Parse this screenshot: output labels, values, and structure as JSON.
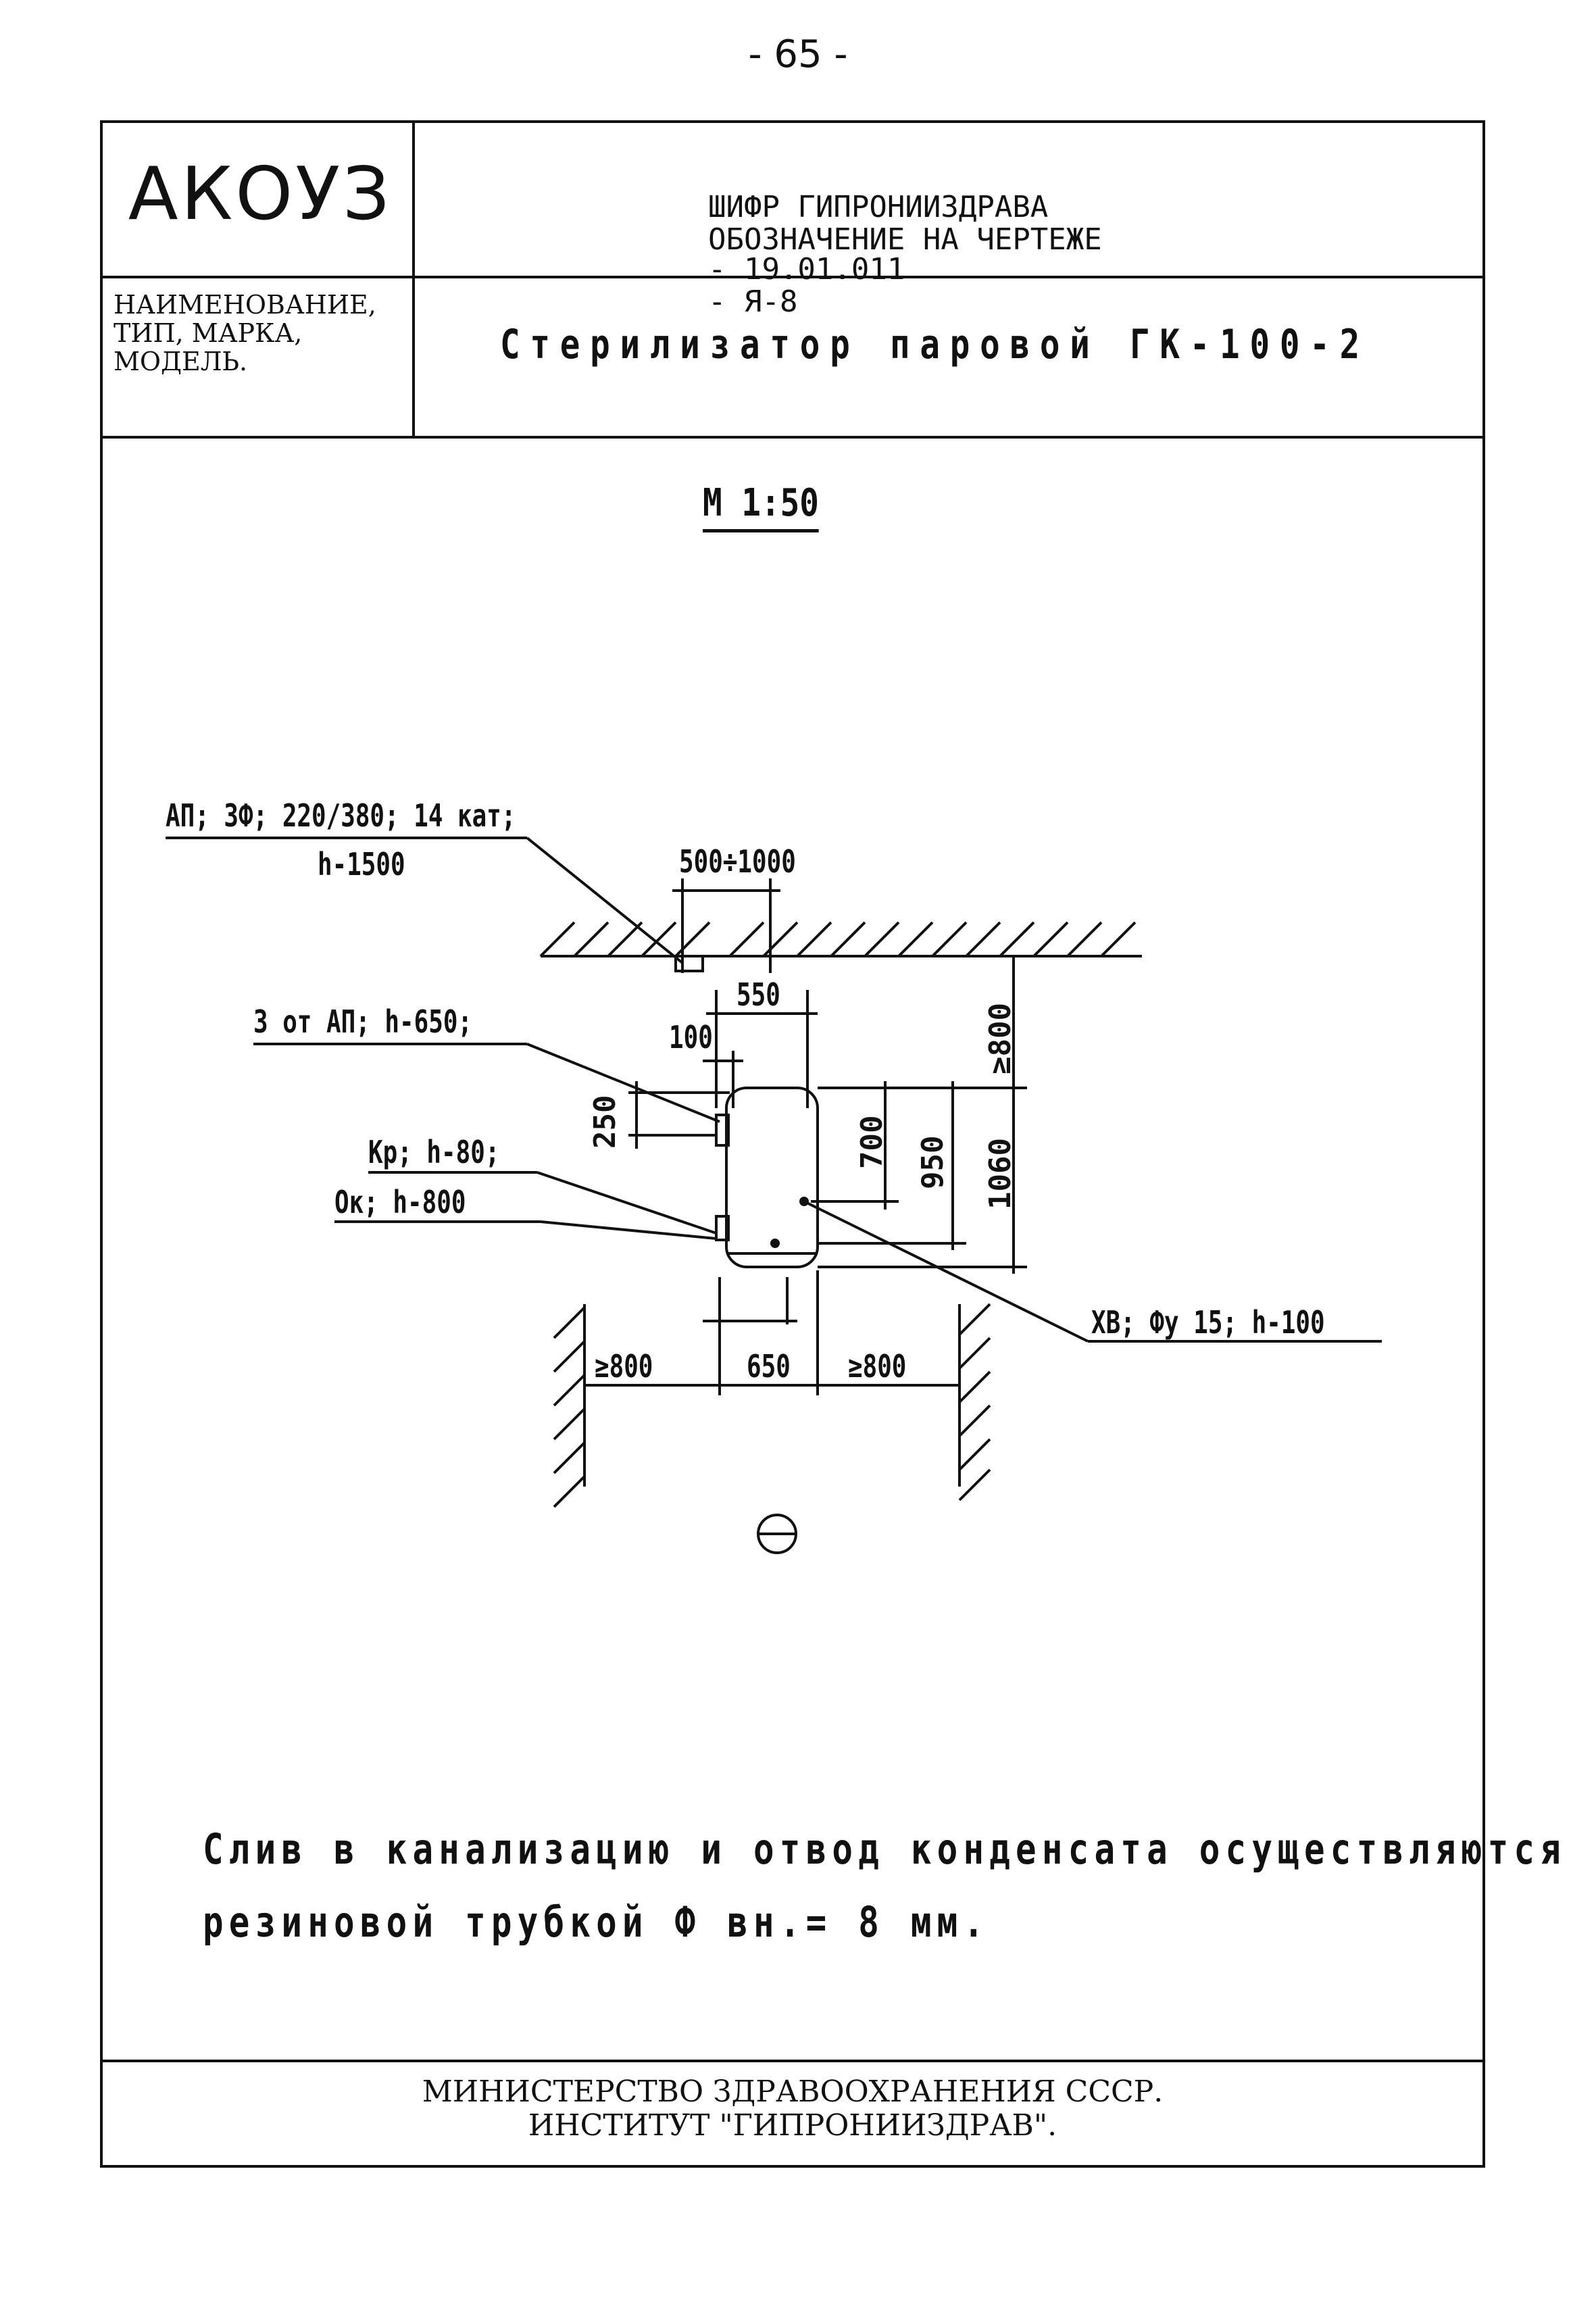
{
  "page_number": "- 65 -",
  "header": {
    "code": "АКОУЗ",
    "cipher_label": "ШИФР ГИПРОНИИЗДРАВА",
    "cipher_value": "- 19.01.011",
    "designation_label": "ОБОЗНАЧЕНИЕ НА ЧЕРТЕЖЕ",
    "designation_value": "- Я-8",
    "name_label_lines": [
      "НАИМЕНОВАНИЕ,",
      "ТИП, МАРКА,",
      "МОДЕЛЬ."
    ],
    "device_name": "Стерилизатор паровой ГК-100-2"
  },
  "drawing": {
    "scale": "М 1:50",
    "power_label": "АП; 3Ф; 220/380; 14 кат;",
    "power_height": "h-1500",
    "dim_500_1000": "500÷1000",
    "dim_550": "550",
    "dim_100": "100",
    "ground_label": "3 от АП; h-650;",
    "dim_250": "250",
    "dim_700": "700",
    "dim_950": "950",
    "dim_1060": "1060",
    "dim_ge800_top": "≥800",
    "kp_label": "Кр; h-80;",
    "ok_label": "Ок; h-800",
    "cold_water_label": "ХВ; Фу 15; h-100",
    "dim_ge800_left": "≥800",
    "dim_650": "650",
    "dim_ge800_right": "≥800"
  },
  "note": {
    "line1": "Слив в канализацию и отвод конденсата осуществляются",
    "line2": "резиновой трубкой Ф вн.= 8 мм."
  },
  "footer": {
    "line1": "МИНИСТЕРСТВО ЗДРАВООХРАНЕНИЯ СССР.",
    "line2": "ИНСТИТУТ \"ГИПРОНИИЗДРАВ\"."
  }
}
